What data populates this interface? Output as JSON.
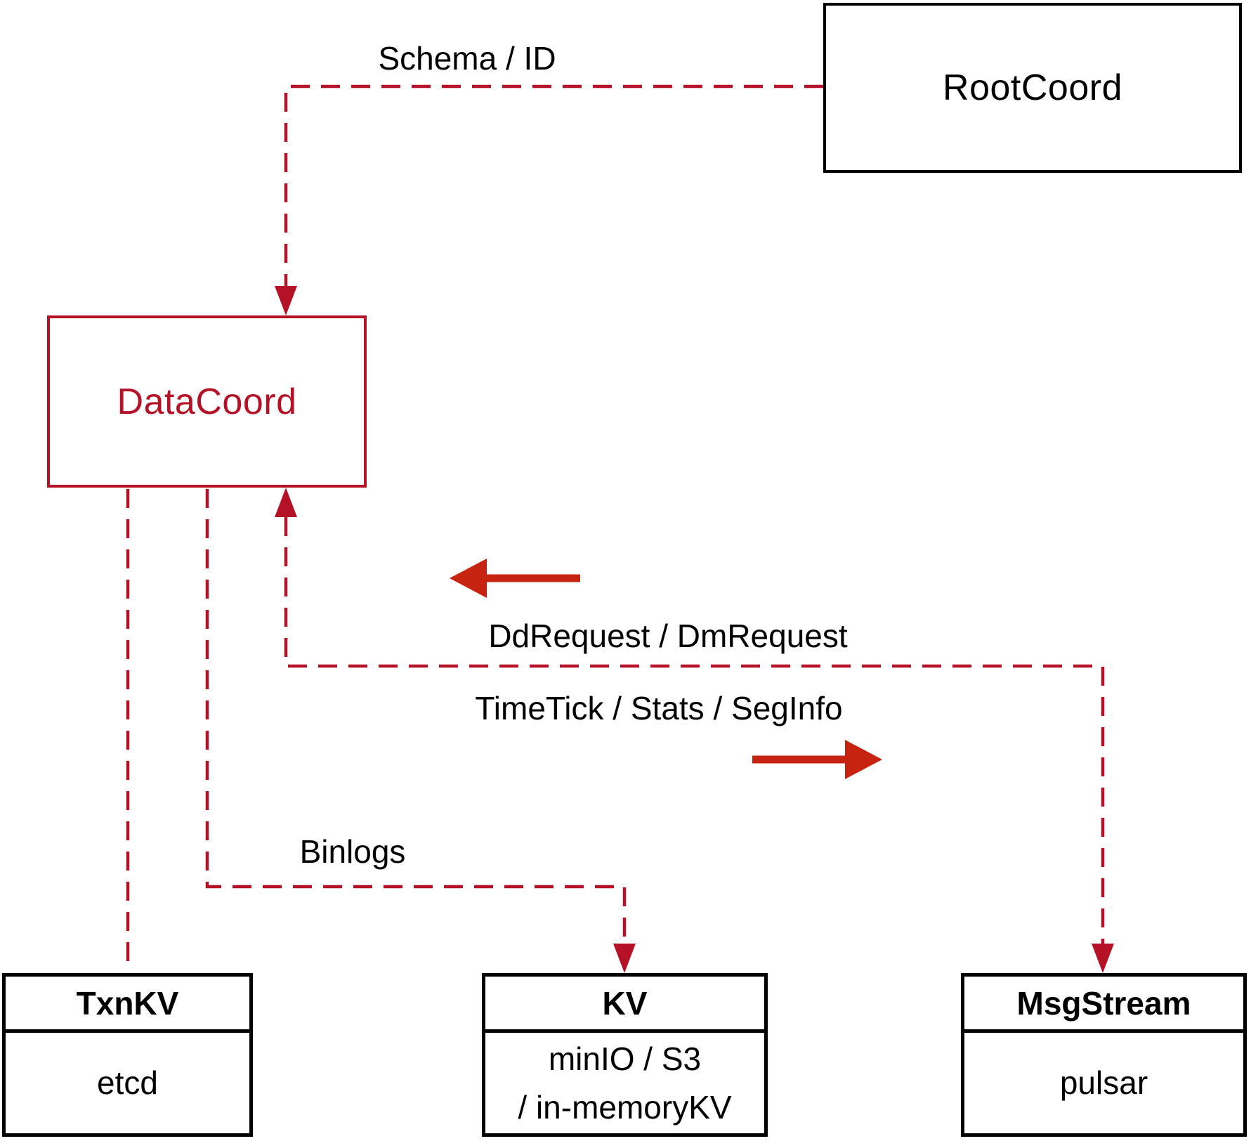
{
  "colors": {
    "background": "#ffffff",
    "ink": "#000000",
    "crimson": "#b51228",
    "arrow_red": "#c62410"
  },
  "nodes": {
    "root_coord": {
      "label": "RootCoord"
    },
    "data_coord": {
      "label": "DataCoord"
    },
    "txn_kv": {
      "title": "TxnKV",
      "subtitle": "etcd"
    },
    "kv": {
      "title": "KV",
      "subtitle_line1": "minIO / S3",
      "subtitle_line2": "/ in-memoryKV"
    },
    "msg_stream": {
      "title": "MsgStream",
      "subtitle": "pulsar"
    }
  },
  "edges": {
    "schema": {
      "label": "Schema / ID"
    },
    "dd_request": {
      "label": "DdRequest / DmRequest"
    },
    "time_tick": {
      "label": "TimeTick / Stats / SegInfo"
    },
    "binlogs": {
      "label": "Binlogs"
    }
  }
}
